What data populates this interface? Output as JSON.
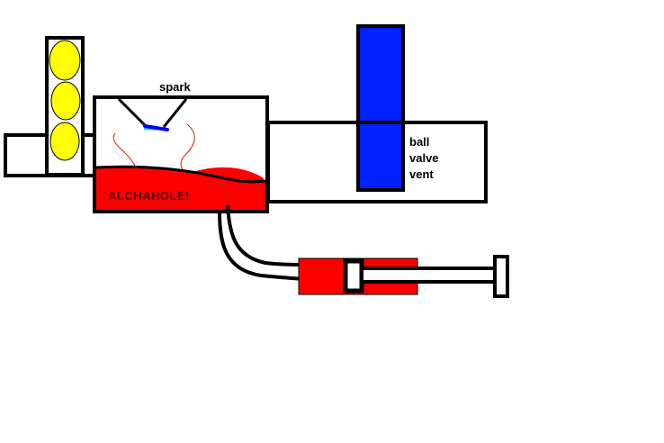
{
  "diagram": {
    "labels": {
      "spark": "spark",
      "liquid": "ALCHAHOLE!",
      "vent_line1": "ball",
      "vent_line2": "valve",
      "vent_line3": "vent"
    },
    "ammo_count": 3,
    "colors": {
      "outline": "#000000",
      "ammo": "#ffff00",
      "fuel": "#ff0000",
      "spark": "#0000ff",
      "spark_glow": "#33ccff",
      "valve": "#0022ff",
      "vapor": "#cc2200",
      "background": "#ffffff"
    }
  }
}
